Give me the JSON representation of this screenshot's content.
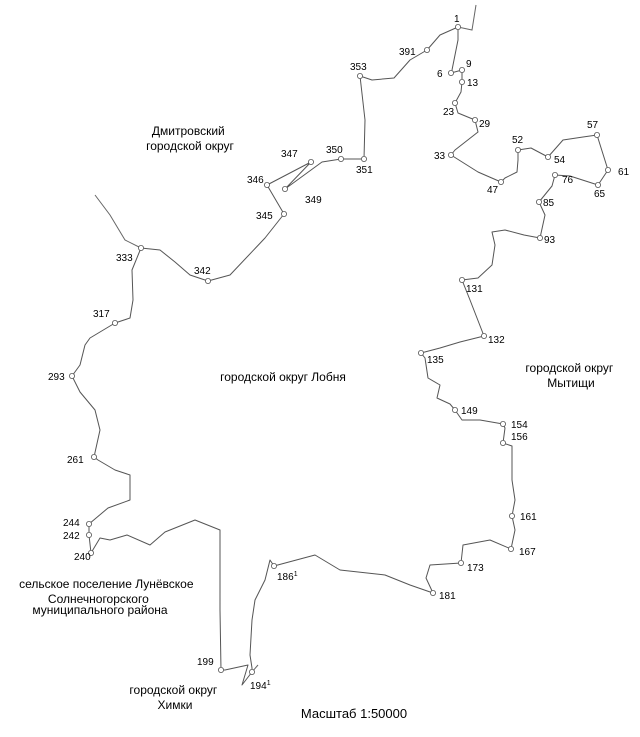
{
  "regions": {
    "dmitrov": [
      "Дмитровский",
      "городской округ"
    ],
    "lobnya": [
      "городской округ Лобня"
    ],
    "mytishchi": [
      "городской округ",
      "Мытищи"
    ],
    "lunevo": [
      "сельское поселение Лунёвское",
      "Солнечногорского",
      "муниципального района"
    ],
    "khimki": [
      "городской округ",
      "Химки"
    ]
  },
  "points": [
    "1",
    "391",
    "6",
    "9",
    "13",
    "353",
    "23",
    "29",
    "52",
    "57",
    "54",
    "61",
    "33",
    "76",
    "47",
    "65",
    "85",
    "350",
    "347",
    "351",
    "346",
    "349",
    "345",
    "93",
    "333",
    "342",
    "131",
    "317",
    "132",
    "135",
    "293",
    "149",
    "154",
    "156",
    "261",
    "161",
    "244",
    "242",
    "167",
    "240",
    "173",
    "186",
    "181",
    "199",
    "194"
  ],
  "point_superscripts": {
    "186": "1",
    "194": "1"
  },
  "scale_label": "Масштаб 1:50000"
}
